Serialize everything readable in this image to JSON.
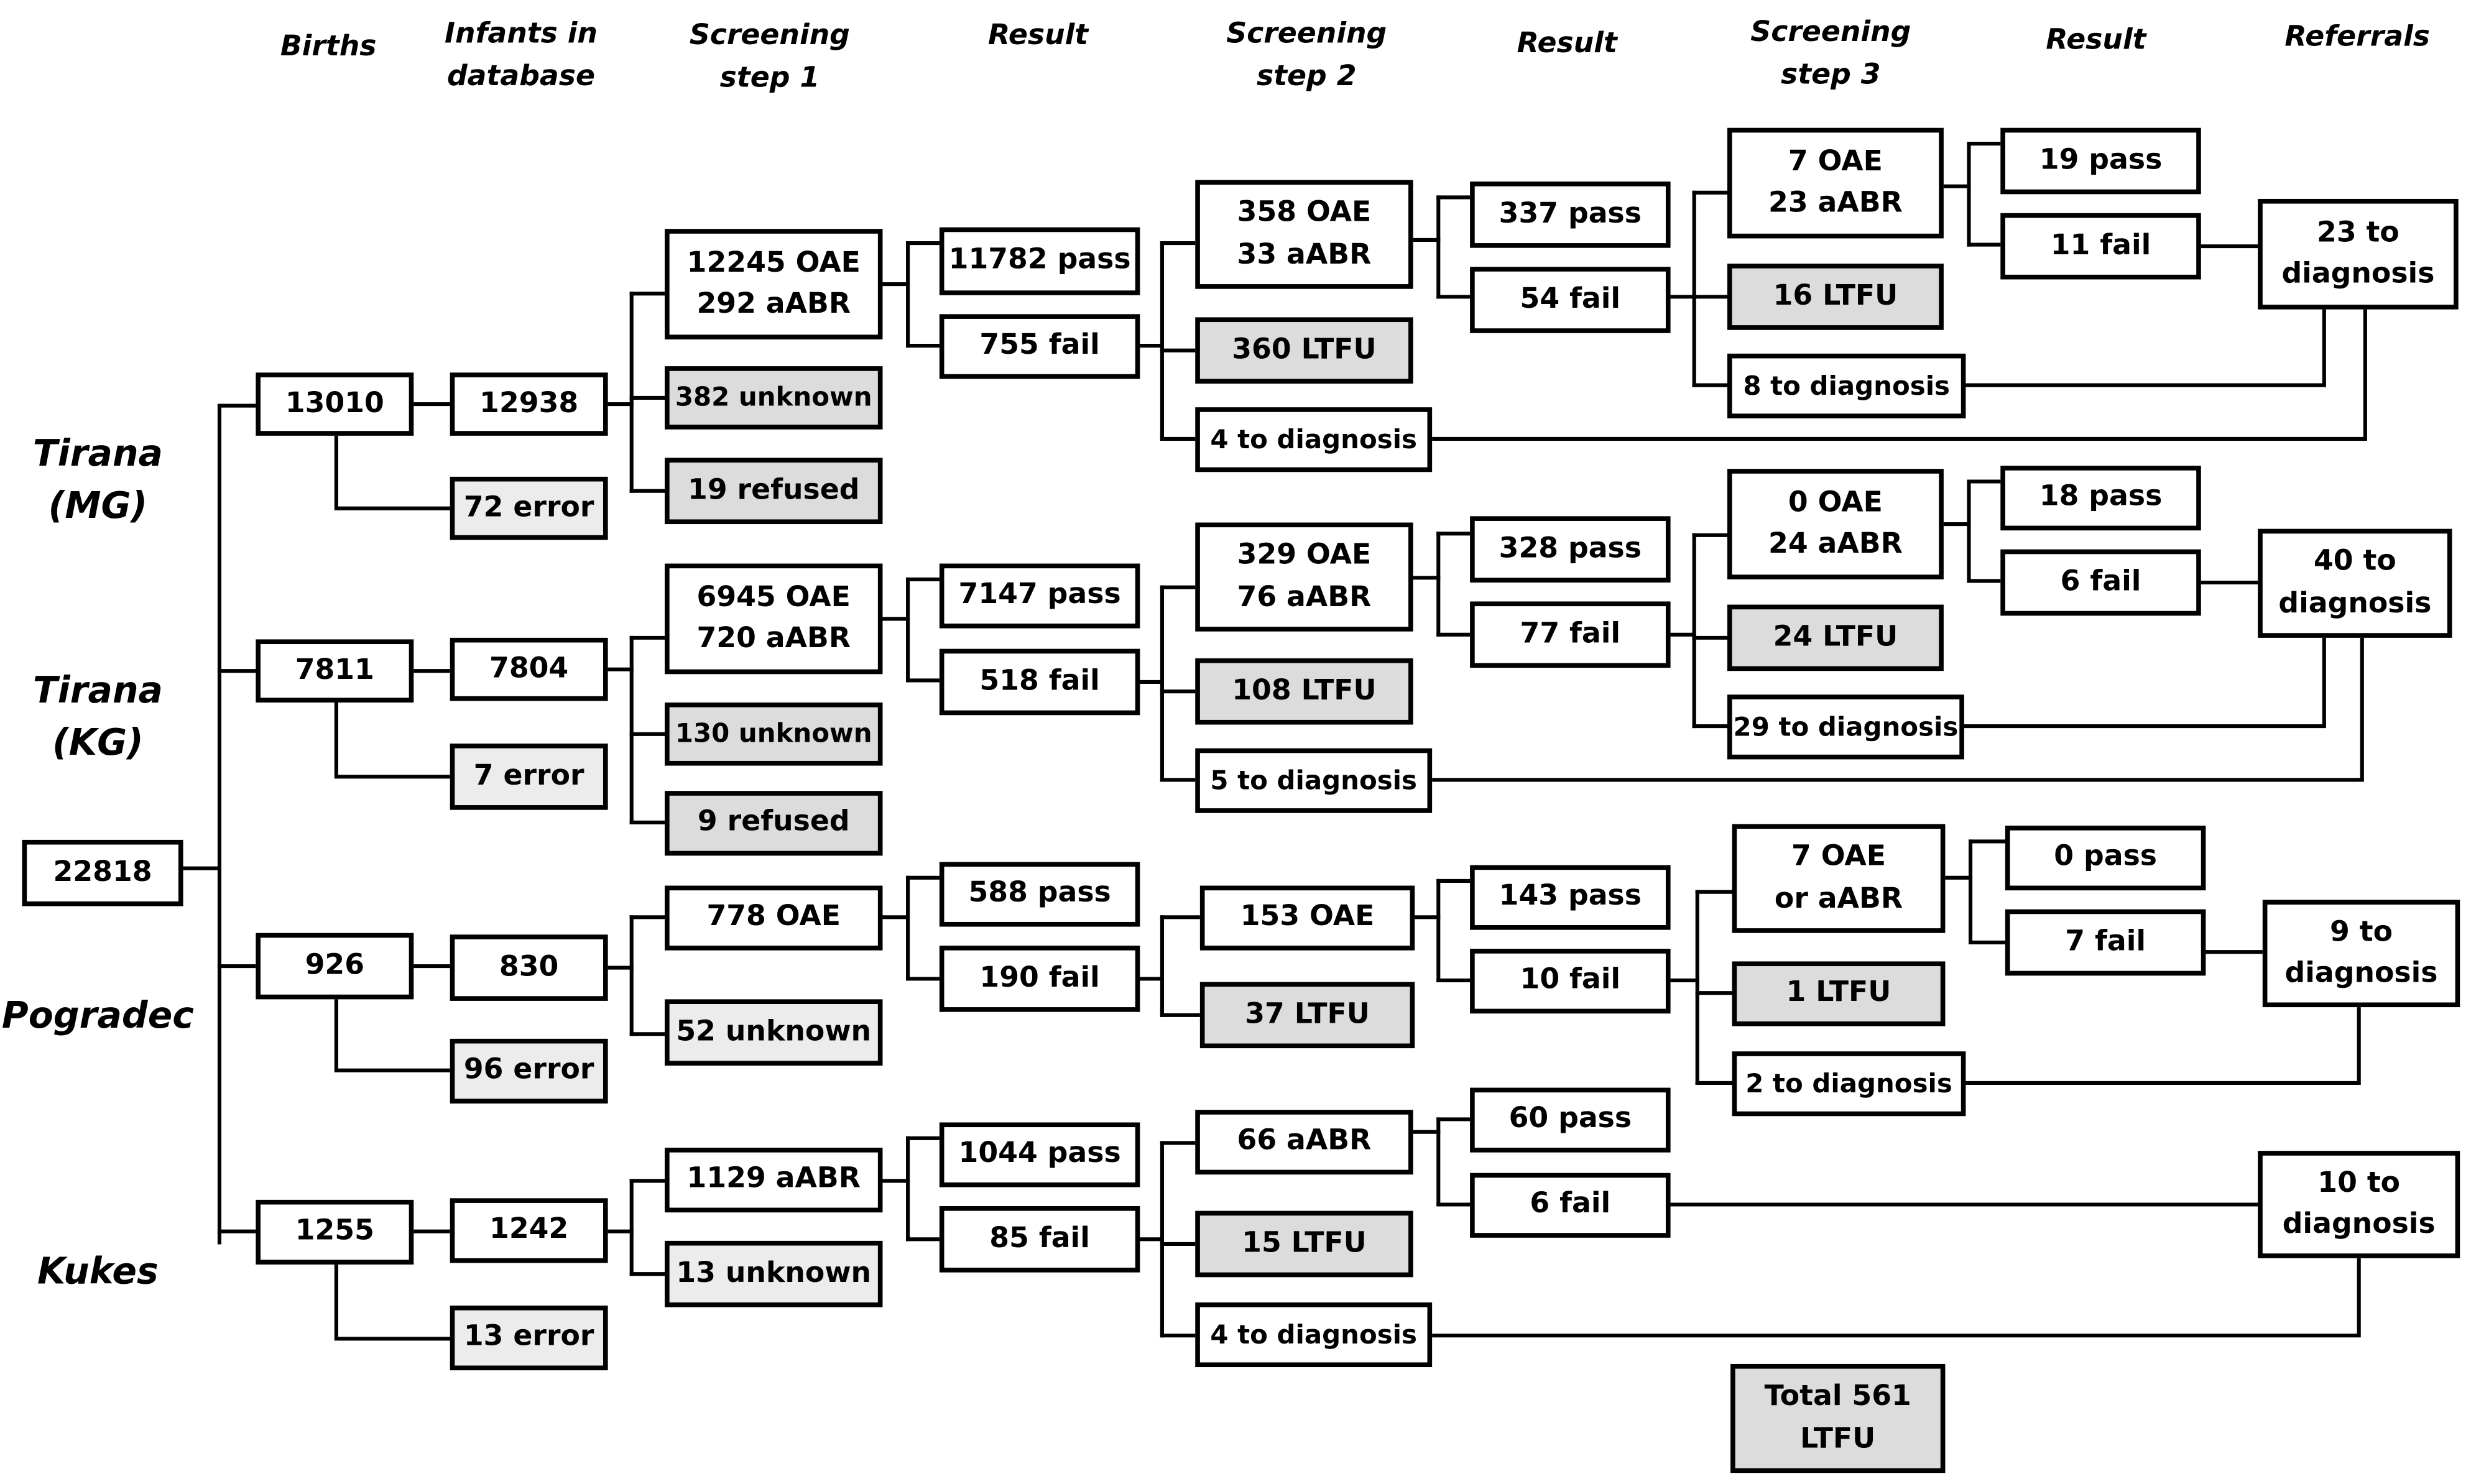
{
  "headers": {
    "births": "Births",
    "infants": "Infants in\ndatabase",
    "step1": "Screening\nstep 1",
    "result1": "Result",
    "step2": "Screening\nstep 2",
    "result2": "Result",
    "step3": "Screening\nstep 3",
    "result3": "Result",
    "referrals": "Referrals"
  },
  "total": "22818",
  "sites": [
    {
      "name": "Tirana\n(MG)",
      "births": "13010",
      "infants": "12938",
      "error": "72 error",
      "step1": "12245 OAE\n292 aABR",
      "unknown": "382 unknown",
      "refused": "19 refused",
      "pass1": "11782 pass",
      "fail1": "755 fail",
      "step2": "358 OAE\n33 aABR",
      "ltfu2": "360 LTFU",
      "diag2": "4 to diagnosis",
      "pass2": "337 pass",
      "fail2": "54 fail",
      "step3": "7 OAE\n23 aABR",
      "ltfu3": "16 LTFU",
      "diag3": "8 to diagnosis",
      "pass3": "19 pass",
      "fail3": "11 fail",
      "referral": "23 to\ndiagnosis"
    },
    {
      "name": "Tirana\n(KG)",
      "births": "7811",
      "infants": "7804",
      "error": "7 error",
      "step1": "6945 OAE\n720 aABR",
      "unknown": "130 unknown",
      "refused": "9 refused",
      "pass1": "7147 pass",
      "fail1": "518 fail",
      "step2": "329 OAE\n76 aABR",
      "ltfu2": "108 LTFU",
      "diag2": "5 to diagnosis",
      "pass2": "328 pass",
      "fail2": "77 fail",
      "step3": "0 OAE\n24 aABR",
      "ltfu3": "24 LTFU",
      "diag3": "29 to diagnosis",
      "pass3": "18 pass",
      "fail3": "6 fail",
      "referral": "40 to\ndiagnosis"
    },
    {
      "name": "Pogradec",
      "births": "926",
      "infants": "830",
      "error": "96 error",
      "step1": "778 OAE",
      "unknown": "52 unknown",
      "pass1": "588 pass",
      "fail1": "190 fail",
      "step2": "153 OAE",
      "ltfu2": "37 LTFU",
      "pass2": "143 pass",
      "fail2": "10 fail",
      "step3": "7 OAE\nor aABR",
      "ltfu3": "1 LTFU",
      "diag3": "2 to diagnosis",
      "pass3": "0 pass",
      "fail3": "7 fail",
      "referral": "9 to\ndiagnosis"
    },
    {
      "name": "Kukes",
      "births": "1255",
      "infants": "1242",
      "error": "13 error",
      "step1": "1129 aABR",
      "unknown": "13 unknown",
      "pass1": "1044 pass",
      "fail1": "85 fail",
      "step2": "66 aABR",
      "ltfu2": "15 LTFU",
      "diag2": "4 to diagnosis",
      "pass2": "60 pass",
      "fail2": "6 fail",
      "referral": "10 to\ndiagnosis"
    }
  ],
  "total_ltfu": "Total 561\nLTFU"
}
